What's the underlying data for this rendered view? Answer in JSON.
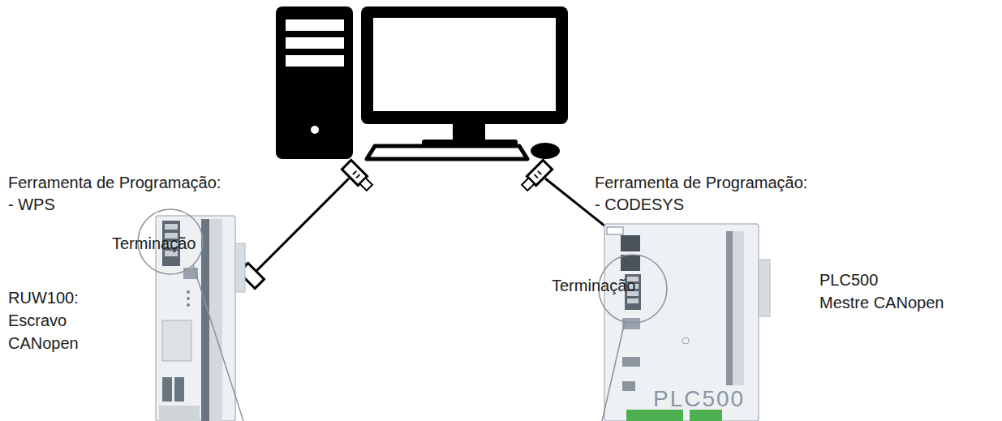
{
  "diagram": {
    "labels": [
      "Ferramenta de Programação:",
      "- WPS",
      "Ferramenta de Programação:",
      "- CODESYS",
      "Terminação",
      "RUW100:",
      "Escravo",
      "CANopen",
      "Terminação",
      "PLC500",
      "Mestre CANopen",
      "PLC500"
    ]
  }
}
